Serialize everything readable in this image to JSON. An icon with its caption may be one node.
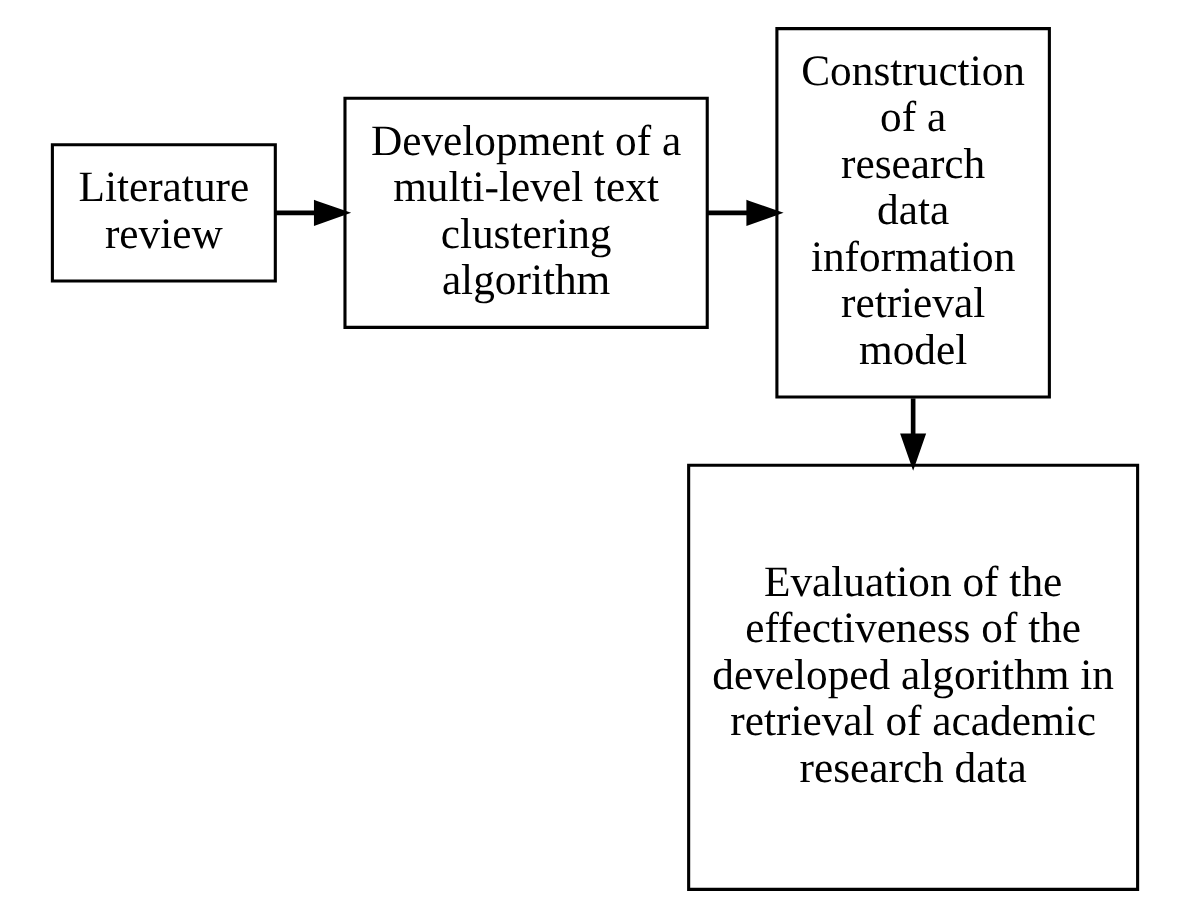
{
  "diagram": {
    "nodes": [
      {
        "text": [
          "Literature review"
        ]
      },
      {
        "text": [
          "Development of a multi-level text clustering algorithm"
        ]
      },
      {
        "text": [
          "Construction of a research data information retrieval model"
        ]
      },
      {
        "text": [
          "Evaluation of the effectiveness of the developed algorithm in retrieval of academic research data"
        ]
      }
    ],
    "edges": [
      {
        "from": 0,
        "to": 1,
        "arrow": "to"
      },
      {
        "from": 1,
        "to": 2,
        "arrow": "to"
      },
      {
        "from": 2,
        "to": 3,
        "arrow": "to"
      }
    ]
  }
}
